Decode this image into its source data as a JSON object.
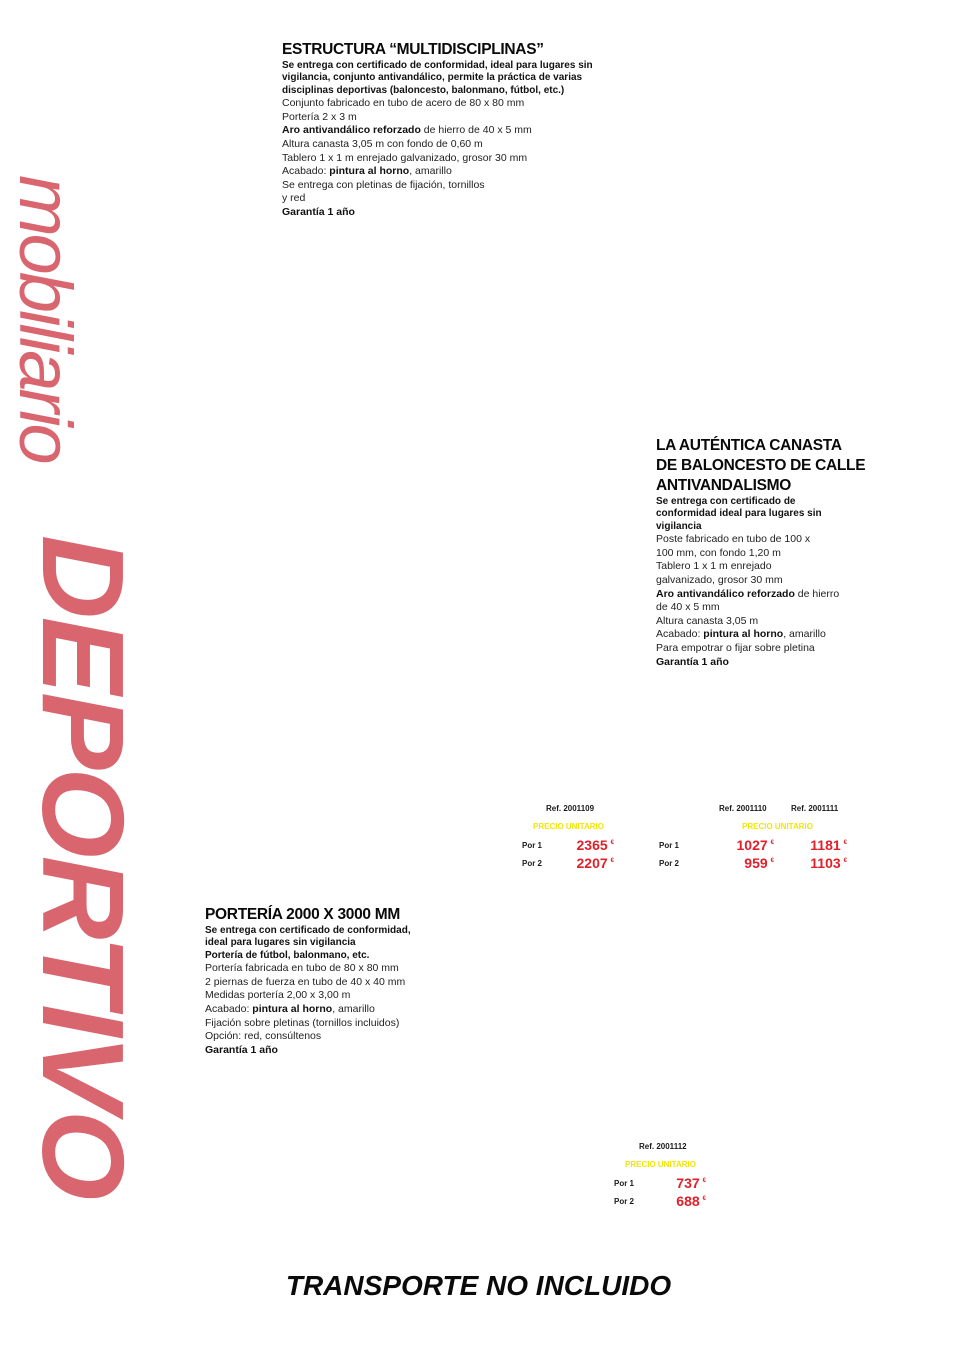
{
  "side": {
    "script_word": "mobiliario",
    "bold_word": "DEPORTIVO",
    "color": "#d9656f"
  },
  "product1": {
    "title": "ESTRUCTURA “MULTIDISCIPLINAS”",
    "intro": [
      "Se entrega con certificado de conformidad, ideal para lugares sin",
      "vigilancia, conjunto antivandálico, permite la práctica de varias",
      "disciplinas deportivas (baloncesto, balonmano, fútbol, etc.)"
    ],
    "line1": "Conjunto fabricado en tubo de acero de 80 x 80 mm",
    "line2": "Portería 2 x 3 m",
    "line3_bold": "Aro antivandálico reforzado",
    "line3_rest": " de hierro de 40 x 5 mm",
    "line4": "Altura canasta 3,05 m con fondo de 0,60 m",
    "line5": "Tablero 1 x 1 m enrejado galvanizado, grosor 30 mm",
    "line6_pre": "Acabado: ",
    "line6_bold": "pintura al horno",
    "line6_post": ", amarillo",
    "line7": "Se entrega con pletinas de fijación, tornillos",
    "line8": "y red",
    "guarantee": "Garantía 1 año"
  },
  "product2": {
    "title": [
      "LA AUTÉNTICA CANASTA",
      "DE BALONCESTO DE CALLE",
      "ANTIVANDALISMO"
    ],
    "intro": [
      "Se entrega con certificado de",
      "conformidad ideal para lugares sin",
      "vigilancia"
    ],
    "line1": "Poste fabricado en tubo de 100 x",
    "line2": "100 mm, con fondo 1,20 m",
    "line3": "Tablero 1 x 1 m enrejado",
    "line4": "galvanizado, grosor 30 mm",
    "line5_bold": "Aro antivandálico reforzado",
    "line5_rest": " de hierro",
    "line6": "de 40 x 5 mm",
    "line7": "Altura canasta 3,05 m",
    "line8_pre": "Acabado: ",
    "line8_bold": "pintura al horno",
    "line8_post": ", amarillo",
    "line9": "Para empotrar o fijar sobre pletina",
    "guarantee": "Garantía 1 año"
  },
  "product3": {
    "title": "PORTERÍA 2000 X 3000 MM",
    "intro": [
      "Se entrega con certificado de conformidad,",
      "ideal para lugares sin vigilancia",
      "Portería de fútbol, balonmano, etc."
    ],
    "line1": "Portería fabricada en tubo de 80 x 80 mm",
    "line2": "2 piernas de fuerza en tubo de 40 x 40 mm",
    "line3": "Medidas portería 2,00 x 3,00 m",
    "line4_pre": "Acabado: ",
    "line4_bold": "pintura al horno",
    "line4_post": ", amarillo",
    "line5": "Fijación sobre pletinas (tornillos incluidos)",
    "line6": "Opción: red, consúltenos",
    "guarantee": "Garantía 1 año"
  },
  "pricing": {
    "unit_label": "PRECIO UNITARIO",
    "currency": "€",
    "qty1": "Por 1",
    "qty2": "Por 2",
    "table_a": {
      "ref": "Ref. 2001109",
      "p1": "2365",
      "p2": "2207"
    },
    "table_b": {
      "ref1": "Ref. 2001110",
      "ref2": "Ref. 2001111",
      "p1a": "1027",
      "p2a": "959",
      "p1b": "1181",
      "p2b": "1103"
    },
    "table_c": {
      "ref": "Ref. 2001112",
      "p1": "737",
      "p2": "688"
    }
  },
  "footer": "TRANSPORTE NO INCLUIDO"
}
